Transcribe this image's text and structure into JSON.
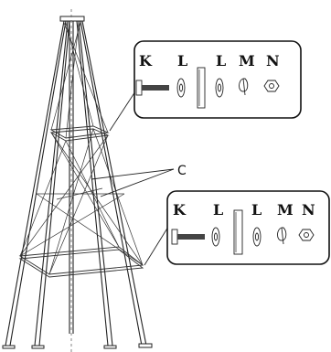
{
  "callout_label": "C",
  "parts_panels": [
    {
      "labels": [
        "K",
        "L",
        "L",
        "M",
        "N"
      ]
    },
    {
      "labels": [
        "K",
        "L",
        "L",
        "M",
        "N"
      ]
    }
  ]
}
